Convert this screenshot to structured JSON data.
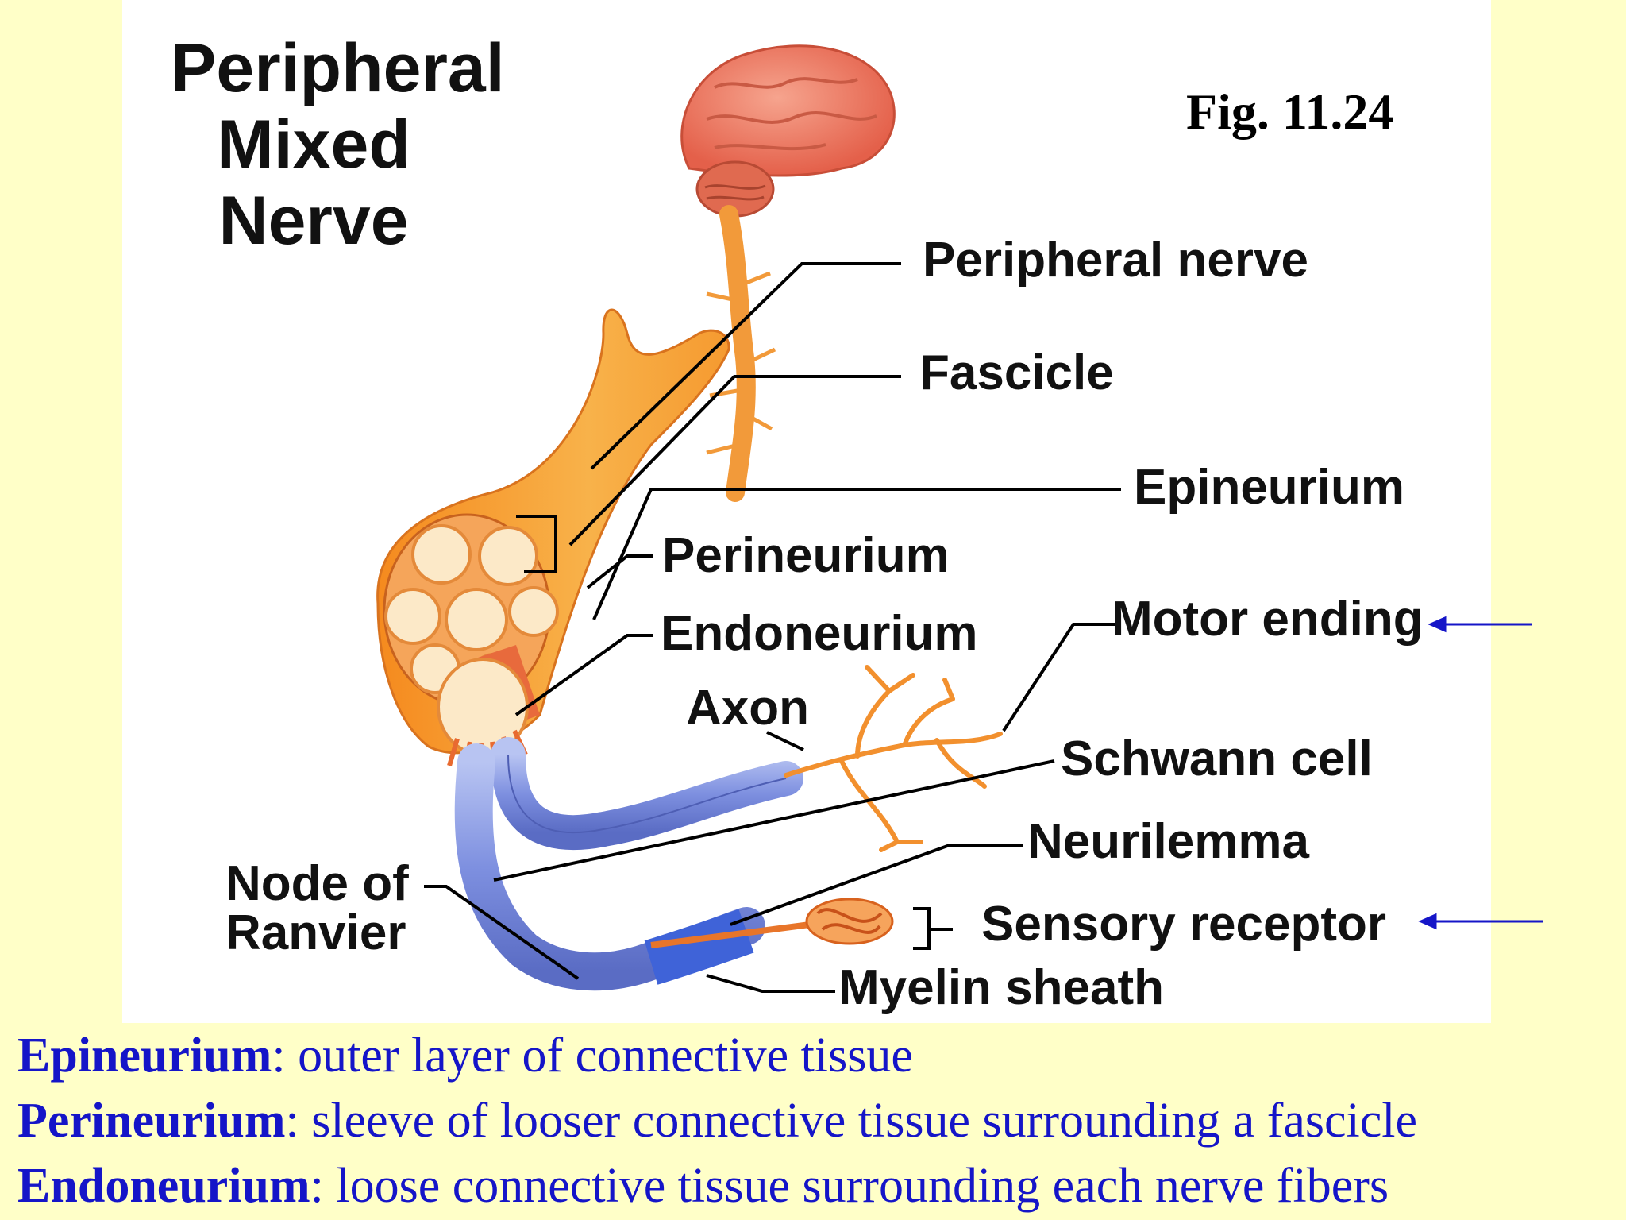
{
  "diagram": {
    "title_line1": "Peripheral",
    "title_line2": "Mixed Nerve",
    "figure_ref": "Fig. 11.24",
    "labels": {
      "peripheral_nerve": "Peripheral nerve",
      "fascicle": "Fascicle",
      "epineurium": "Epineurium",
      "perineurium": "Perineurium",
      "endoneurium": "Endoneurium",
      "axon": "Axon",
      "motor_ending": "Motor ending",
      "schwann_cell": "Schwann cell",
      "neurilemma": "Neurilemma",
      "node_of_ranvier_line1": "Node of",
      "node_of_ranvier_line2": "Ranvier",
      "sensory_receptor": "Sensory receptor",
      "myelin_sheath": "Myelin sheath"
    },
    "colors": {
      "nerve": "#F5A032",
      "tissue": "#F07830",
      "brain": "#F0806A",
      "axon_sheath": "#8C9EE6",
      "arrow": "#1515C8",
      "slide_background": "#FFFFC8"
    }
  },
  "definitions": [
    {
      "term": "Epineurium",
      "text": ": outer layer of connective tissue"
    },
    {
      "term": "Perineurium",
      "text": ": sleeve of looser connective tissue surrounding a fascicle"
    },
    {
      "term": "Endoneurium",
      "text": ": loose connective tissue surrounding each nerve fibers"
    }
  ]
}
